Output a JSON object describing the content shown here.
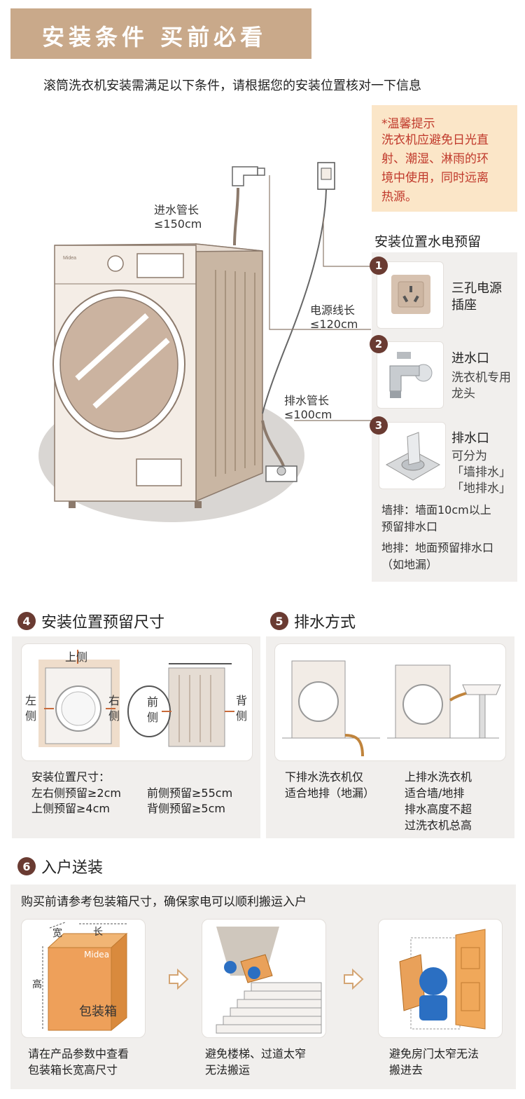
{
  "header": {
    "title": "安装条件  买前必看",
    "intro": "滚筒洗衣机安装需满足以下条件，请根据您的安装位置核对一下信息"
  },
  "tip": {
    "title": "*温馨提示",
    "lines": [
      "洗衣机应避免日光直",
      "射、潮湿、淋雨的环",
      "境中使用，同时远离",
      "热源。"
    ]
  },
  "diagram": {
    "brand": "Midea",
    "inlet_hose": [
      "进水管长",
      "≤150cm"
    ],
    "power_cord": [
      "电源线长",
      "≤120cm"
    ],
    "drain_hose": [
      "排水管长",
      "≤100cm"
    ]
  },
  "reserve": {
    "title": "安装位置水电预留",
    "items": [
      {
        "num": "1",
        "label": [
          "三孔电源",
          "插座"
        ],
        "sub": []
      },
      {
        "num": "2",
        "label": [
          "进水口"
        ],
        "sub": [
          "洗衣机专用",
          "龙头"
        ]
      },
      {
        "num": "3",
        "label": [
          "排水口"
        ],
        "sub": [
          "可分为",
          "「墙排水」",
          "「地排水」"
        ]
      }
    ],
    "notes": [
      "墙排：墙面10cm以上",
      "预留排水口",
      "地排：地面预留排水口",
      "（如地漏）"
    ]
  },
  "section4": {
    "num": "4",
    "title": "安装位置预留尺寸",
    "labels": {
      "top": "上侧",
      "left": [
        "左",
        "侧"
      ],
      "right": [
        "右",
        "侧"
      ],
      "front": [
        "前",
        "侧"
      ],
      "back": [
        "背",
        "侧"
      ]
    },
    "heading": "安装位置尺寸：",
    "specs": [
      "左右侧预留≥2cm",
      "上侧预留≥4cm",
      "前侧预留≥55cm",
      "背侧预留≥5cm"
    ]
  },
  "section5": {
    "num": "5",
    "title": "排水方式",
    "left_text": [
      "下排水洗衣机仅",
      "适合地排（地漏）"
    ],
    "right_text": [
      "上排水洗衣机",
      "适合墙/地排",
      "排水高度不超",
      "过洗衣机总高"
    ]
  },
  "section6": {
    "num": "6",
    "title": "入户送装",
    "intro": "购买前请参考包装箱尺寸，确保家电可以顺利搬运入户",
    "box": {
      "width": "宽",
      "length": "长",
      "height": "高",
      "label": "包装箱",
      "brand": "Midea"
    },
    "captions": [
      [
        "请在产品参数中查看",
        "包装箱长宽高尺寸"
      ],
      [
        "避免楼梯、过道太窄",
        "无法搬运"
      ],
      [
        "避免房门太窄无法",
        "搬进去"
      ]
    ]
  },
  "colors": {
    "accent": "#c9a98a",
    "badge": "#6a3b32",
    "tip_bg": "#fbe6c8",
    "tip_text": "#c0392b",
    "panel": "#f1efed",
    "box": "#e9a15a"
  }
}
